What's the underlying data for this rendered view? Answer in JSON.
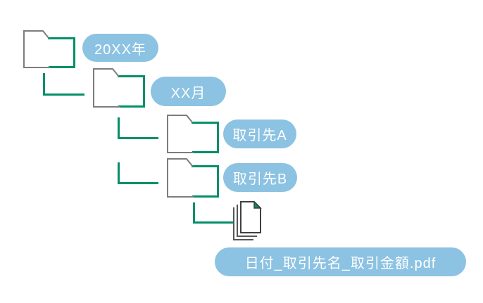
{
  "diagram": {
    "title": "folder-structure-tree",
    "colors": {
      "background": "#ffffff",
      "accent_teal": "#008F68",
      "folder_gray": "#7d7d7d",
      "label_pill_blue": "#8CC2E2",
      "label_text_white": "#ffffff",
      "file_outline_dark": "#404040",
      "file_outline_back": "#555555"
    },
    "icons": {
      "folder": "folder-icon",
      "file": "document-stack-icon"
    },
    "nodes": [
      {
        "id": "year",
        "type": "folder",
        "level": 0,
        "label": "20XX年"
      },
      {
        "id": "month",
        "type": "folder",
        "level": 1,
        "label": "XX月"
      },
      {
        "id": "client-a",
        "type": "folder",
        "level": 2,
        "label": "取引先A"
      },
      {
        "id": "client-b",
        "type": "folder",
        "level": 2,
        "label": "取引先B"
      },
      {
        "id": "pdf-file",
        "type": "file",
        "level": 3,
        "label": "日付_取引先名_取引金額.pdf"
      }
    ],
    "edges": [
      {
        "from": "year",
        "to": "month"
      },
      {
        "from": "month",
        "to": "client-a"
      },
      {
        "from": "month",
        "to": "client-b"
      },
      {
        "from": "client-b",
        "to": "pdf-file"
      }
    ]
  }
}
